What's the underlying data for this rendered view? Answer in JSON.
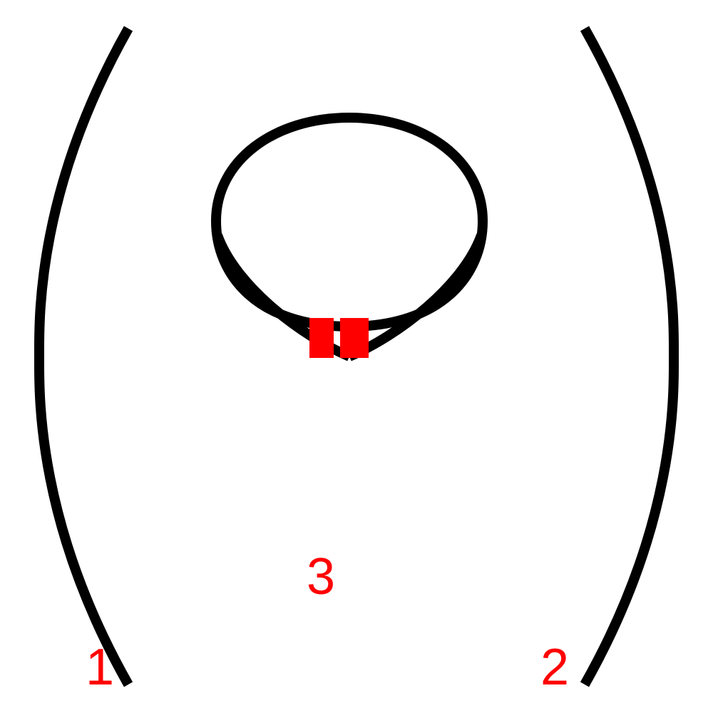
{
  "colors": {
    "background": "#ffffff",
    "stroke": "#000000",
    "label": "#ff0000",
    "marker": "#ff0000"
  },
  "labels": {
    "left": "1",
    "right": "2",
    "center": "3"
  }
}
